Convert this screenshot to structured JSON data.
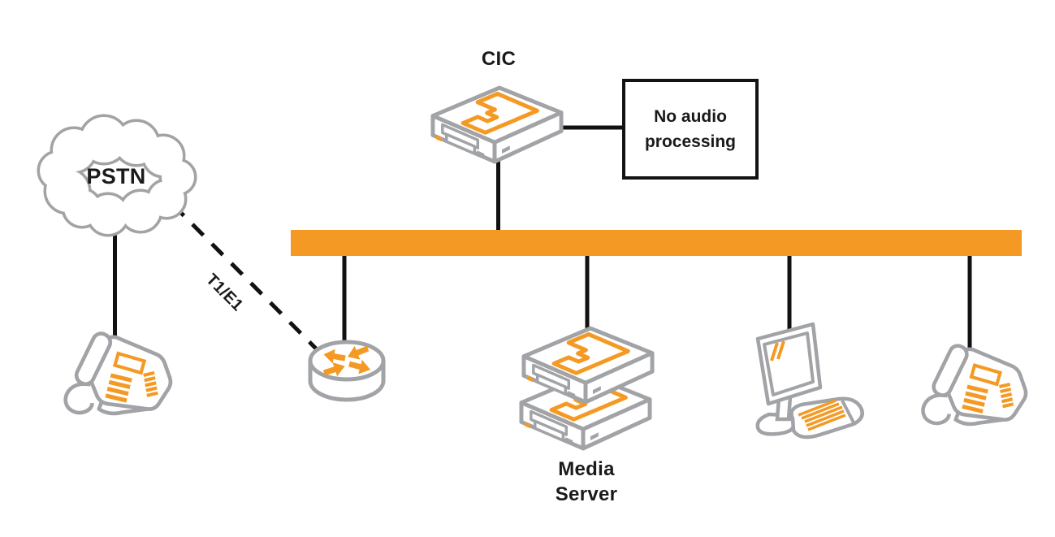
{
  "diagram": {
    "type": "network-topology-diagram",
    "background": "#FFFFFF",
    "colors": {
      "bus_orange": "#F49A24",
      "icon_outline_gray": "#A1A3A6",
      "icon_accent_orange": "#F49A24",
      "connector_black": "#111111",
      "text_black": "#1A1A1A"
    },
    "nodes": [
      {
        "id": "pstn-cloud",
        "label": "PSTN",
        "icon": "cloud-icon"
      },
      {
        "id": "pstn-phone",
        "label": "",
        "icon": "desk-phone-icon"
      },
      {
        "id": "gateway-router",
        "label": "",
        "icon": "router-icon"
      },
      {
        "id": "cic-server",
        "label": "CIC",
        "icon": "server-icon"
      },
      {
        "id": "no-audio-note",
        "label": "No audio processing",
        "icon": "note-box"
      },
      {
        "id": "media-server",
        "label": "Media Server",
        "icon": "server-stack-icon"
      },
      {
        "id": "workstation",
        "label": "",
        "icon": "desktop-computer-icon"
      },
      {
        "id": "lan-phone",
        "label": "",
        "icon": "desk-phone-icon"
      }
    ],
    "links": [
      {
        "from": "pstn-cloud",
        "to": "pstn-phone",
        "style": "solid",
        "label": ""
      },
      {
        "from": "pstn-cloud",
        "to": "gateway-router",
        "style": "dashed",
        "label": "T1/E1"
      },
      {
        "from": "gateway-router",
        "to": "lan-bus",
        "style": "solid",
        "label": ""
      },
      {
        "from": "cic-server",
        "to": "lan-bus",
        "style": "solid",
        "label": ""
      },
      {
        "from": "cic-server",
        "to": "no-audio-note",
        "style": "solid",
        "label": ""
      },
      {
        "from": "media-server",
        "to": "lan-bus",
        "style": "solid",
        "label": ""
      },
      {
        "from": "workstation",
        "to": "lan-bus",
        "style": "solid",
        "label": ""
      },
      {
        "from": "lan-phone",
        "to": "lan-bus",
        "style": "solid",
        "label": ""
      }
    ],
    "bus": {
      "id": "lan-bus",
      "kind": "network-segment",
      "color": "#F49A24"
    }
  }
}
